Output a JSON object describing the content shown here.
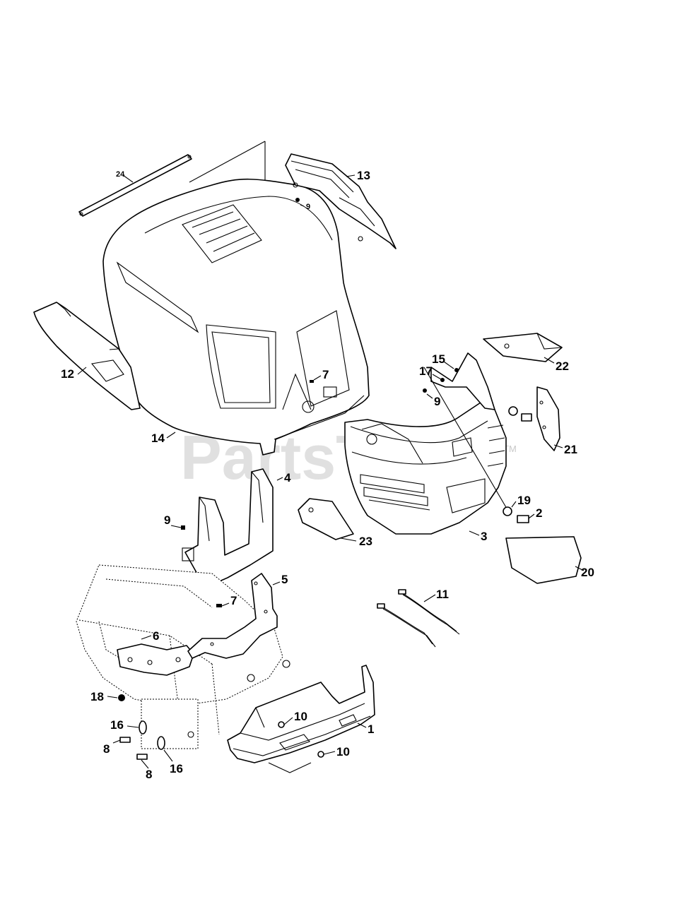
{
  "watermark": {
    "text": "PartsTree",
    "trademark": "TM",
    "color": "#c8c8c8"
  },
  "callouts": {
    "p1": "1",
    "p2": "2",
    "p3": "3",
    "p4": "4",
    "p5": "5",
    "p6": "6",
    "p7a": "7",
    "p7b": "7",
    "p8a": "8",
    "p8b": "8",
    "p9a": "9",
    "p9b": "9",
    "p9c": "9",
    "p10a": "10",
    "p10b": "10",
    "p11": "11",
    "p12": "12",
    "p13": "13",
    "p14": "14",
    "p15": "15",
    "p16a": "16",
    "p16b": "16",
    "p17": "17",
    "p18": "18",
    "p19": "19",
    "p20": "20",
    "p21": "21",
    "p22": "22",
    "p23": "23",
    "p24": "24"
  }
}
